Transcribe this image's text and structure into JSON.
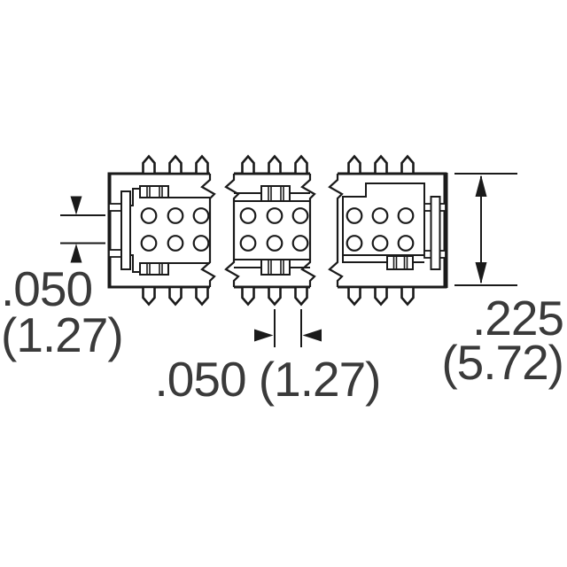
{
  "labels": {
    "left_dim_line1": ".050",
    "left_dim_line2": "(1.27)",
    "bottom_dim": ".050 (1.27)",
    "right_dim_line1": ".225",
    "right_dim_line2": "(5.72)"
  },
  "colors": {
    "line": "#1a1a1a",
    "text": "#3a3a3a",
    "background": "#ffffff"
  }
}
